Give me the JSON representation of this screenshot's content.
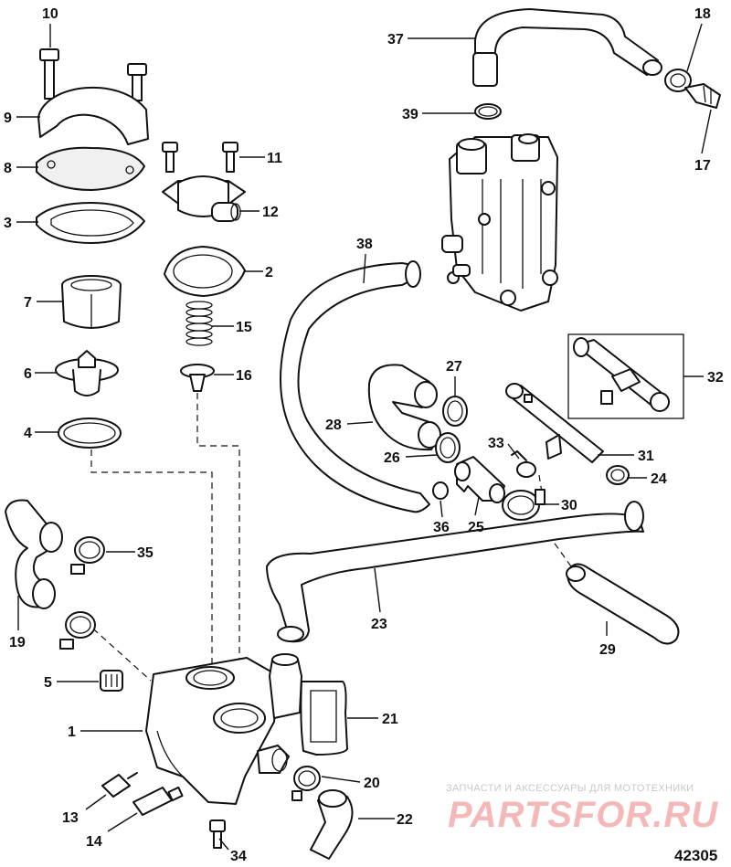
{
  "diagram_number": "42305",
  "watermark": {
    "tagline": "ЗАПЧАСТИ И АКСЕССУАРЫ ДЛЯ МОТОТЕХНИКИ",
    "brand": "PARTSFOR.RU"
  },
  "callouts": {
    "c1": "1",
    "c2": "2",
    "c3": "3",
    "c4": "4",
    "c5": "5",
    "c6": "6",
    "c7": "7",
    "c8": "8",
    "c9": "9",
    "c10": "10",
    "c11": "11",
    "c12": "12",
    "c13": "13",
    "c14": "14",
    "c15": "15",
    "c16": "16",
    "c17": "17",
    "c18": "18",
    "c19": "19",
    "c20": "20",
    "c21": "21",
    "c22": "22",
    "c23": "23",
    "c24": "24",
    "c25": "25",
    "c26": "26",
    "c27": "27",
    "c28": "28",
    "c29": "29",
    "c30": "30",
    "c31": "31",
    "c32": "32",
    "c33": "33",
    "c34": "34",
    "c35": "35",
    "c36": "36",
    "c37": "37",
    "c38": "38",
    "c39": "39"
  },
  "colors": {
    "line": "#111111",
    "watermark_brand": "#f4b8b8",
    "watermark_text": "#c8c8c8"
  }
}
